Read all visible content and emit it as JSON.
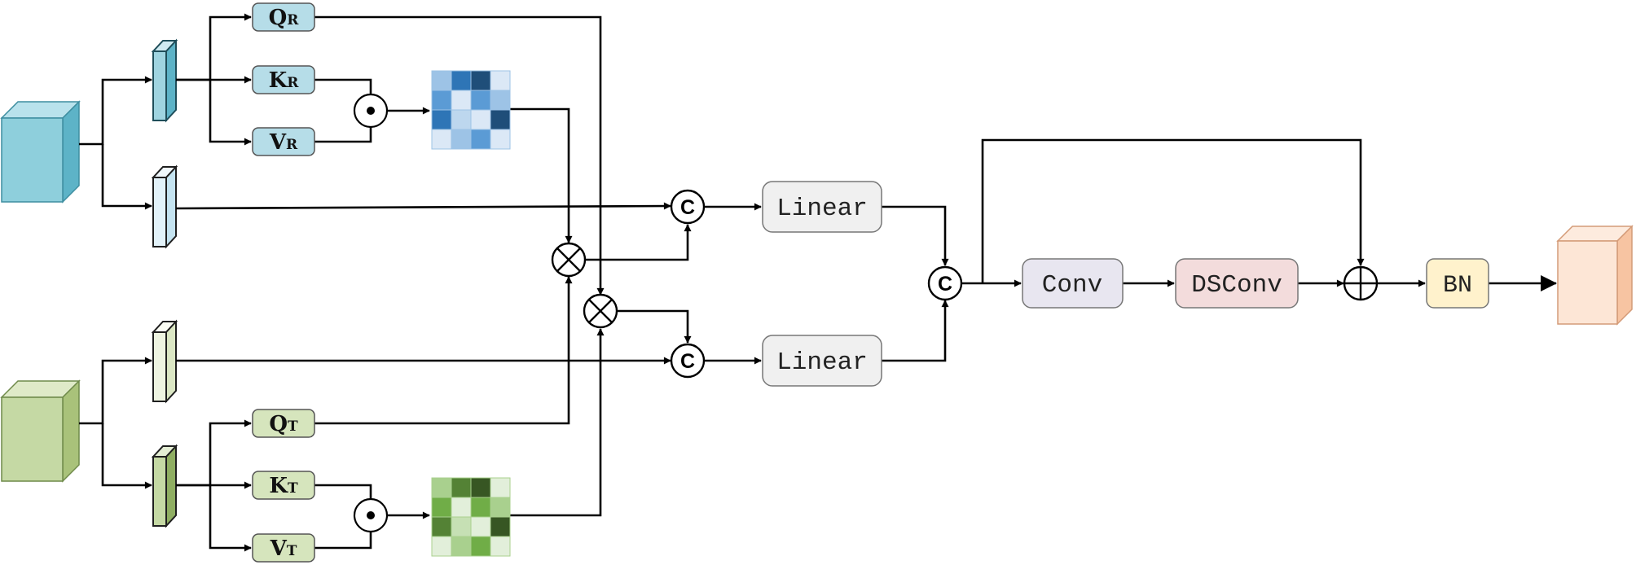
{
  "blocks": {
    "q_r": {
      "main": "Q",
      "sub": "R"
    },
    "k_r": {
      "main": "K",
      "sub": "R"
    },
    "v_r": {
      "main": "V",
      "sub": "R"
    },
    "q_t": {
      "main": "Q",
      "sub": "T"
    },
    "k_t": {
      "main": "K",
      "sub": "T"
    },
    "v_t": {
      "main": "V",
      "sub": "T"
    },
    "linear_top": "Linear",
    "linear_bottom": "Linear",
    "conv": "Conv",
    "dsconv": "DSConv",
    "bn": "BN"
  },
  "operators": {
    "concat_symbol": "C",
    "dot_symbol": "•"
  },
  "colors": {
    "rgb_input": "#8ecfdc",
    "thermal_input": "#c5d9a4",
    "output": "#fde6d6",
    "rgb_block": "#b6dde8",
    "thermal_block": "#d6e5bd",
    "linear": "#f0f0f0",
    "conv": "#e8e6f0",
    "dsconv": "#f3dcdc",
    "bn": "#fff2cc",
    "rgb_map": [
      "#dbe8f6",
      "#2e75b6",
      "#1f4e79",
      "#9dc3e6",
      "#5b9bd5"
    ],
    "thermal_map": [
      "#e2efda",
      "#548235",
      "#375623",
      "#a9d08e",
      "#70ad47"
    ]
  }
}
